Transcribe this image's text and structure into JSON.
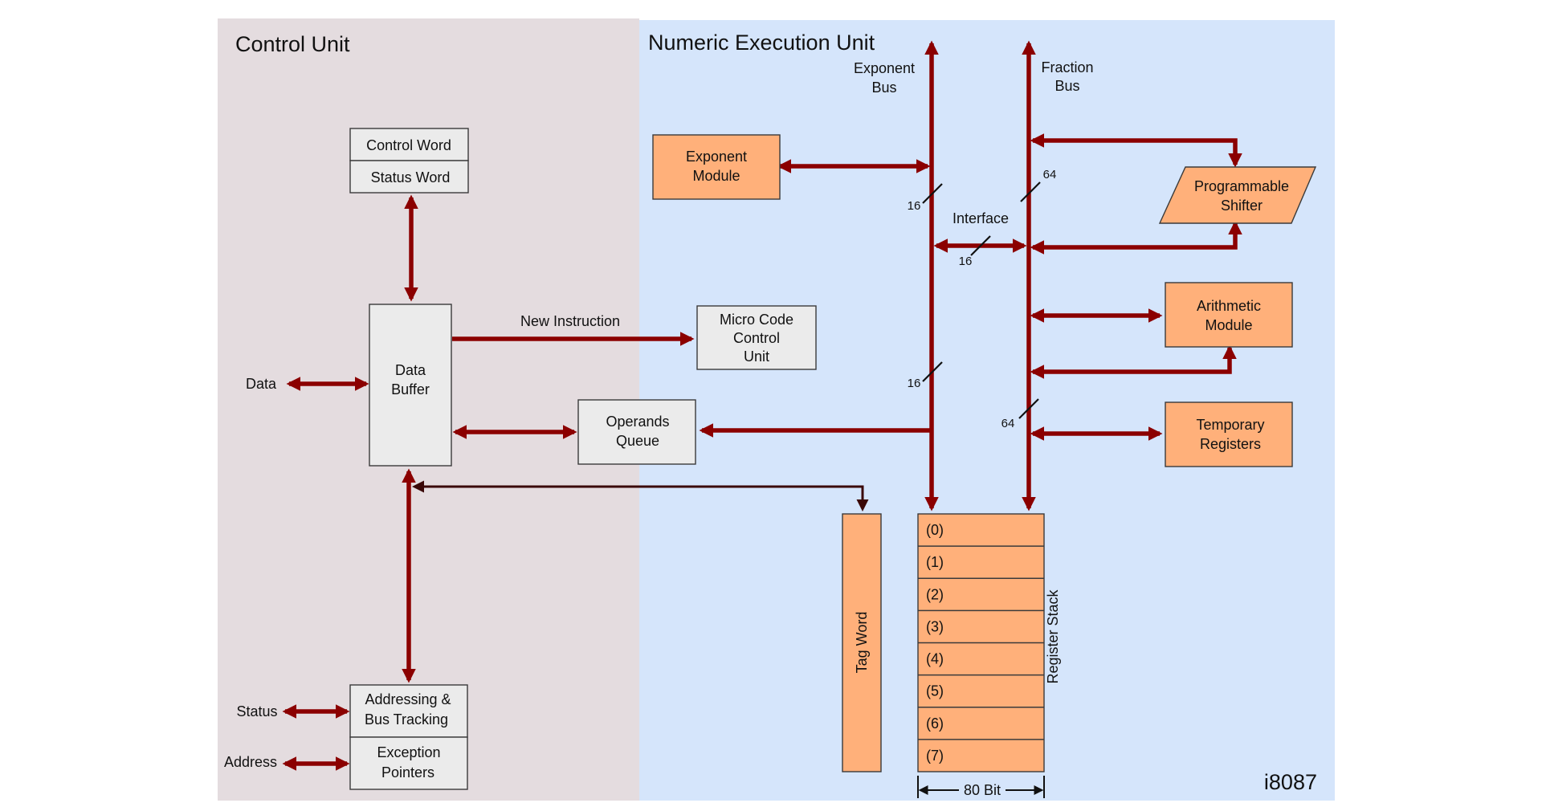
{
  "regions": {
    "control_unit": "Control Unit",
    "numeric_execution_unit": "Numeric Execution Unit"
  },
  "buses": {
    "exponent_bus": [
      "Exponent",
      "Bus"
    ],
    "fraction_bus": [
      "Fraction",
      "Bus"
    ],
    "interface": "Interface"
  },
  "blocks": {
    "control_word": "Control Word",
    "status_word": "Status Word",
    "data_buffer": [
      "Data",
      "Buffer"
    ],
    "micro_code": [
      "Micro Code",
      "Control",
      "Unit"
    ],
    "operands_queue": [
      "Operands",
      "Queue"
    ],
    "exponent_module": [
      "Exponent",
      "Module"
    ],
    "programmable_shifter": [
      "Programmable",
      "Shifter"
    ],
    "arithmetic_module": [
      "Arithmetic",
      "Module"
    ],
    "temporary_registers": [
      "Temporary",
      "Registers"
    ],
    "addressing": [
      "Addressing &",
      "Bus Tracking"
    ],
    "exception_pointers": [
      "Exception",
      "Pointers"
    ],
    "tag_word": "Tag Word",
    "register_stack": "Register Stack"
  },
  "registers": [
    "(0)",
    "(1)",
    "(2)",
    "(3)",
    "(4)",
    "(5)",
    "(6)",
    "(7)"
  ],
  "signals": {
    "new_instruction": "New Instruction",
    "data": "Data",
    "status": "Status",
    "address": "Address"
  },
  "widths": {
    "w16_a": "16",
    "w16_b": "16",
    "w16_c": "16",
    "w64_a": "64",
    "w64_b": "64",
    "bit80": "80 Bit"
  },
  "chip_label": "i8087",
  "colors": {
    "control_bg": "#e4dcdf",
    "execution_bg": "#d5e5fb",
    "bus": "#8b0000",
    "block_orange": "#ffb07a",
    "block_gray": "#ebebeb"
  }
}
